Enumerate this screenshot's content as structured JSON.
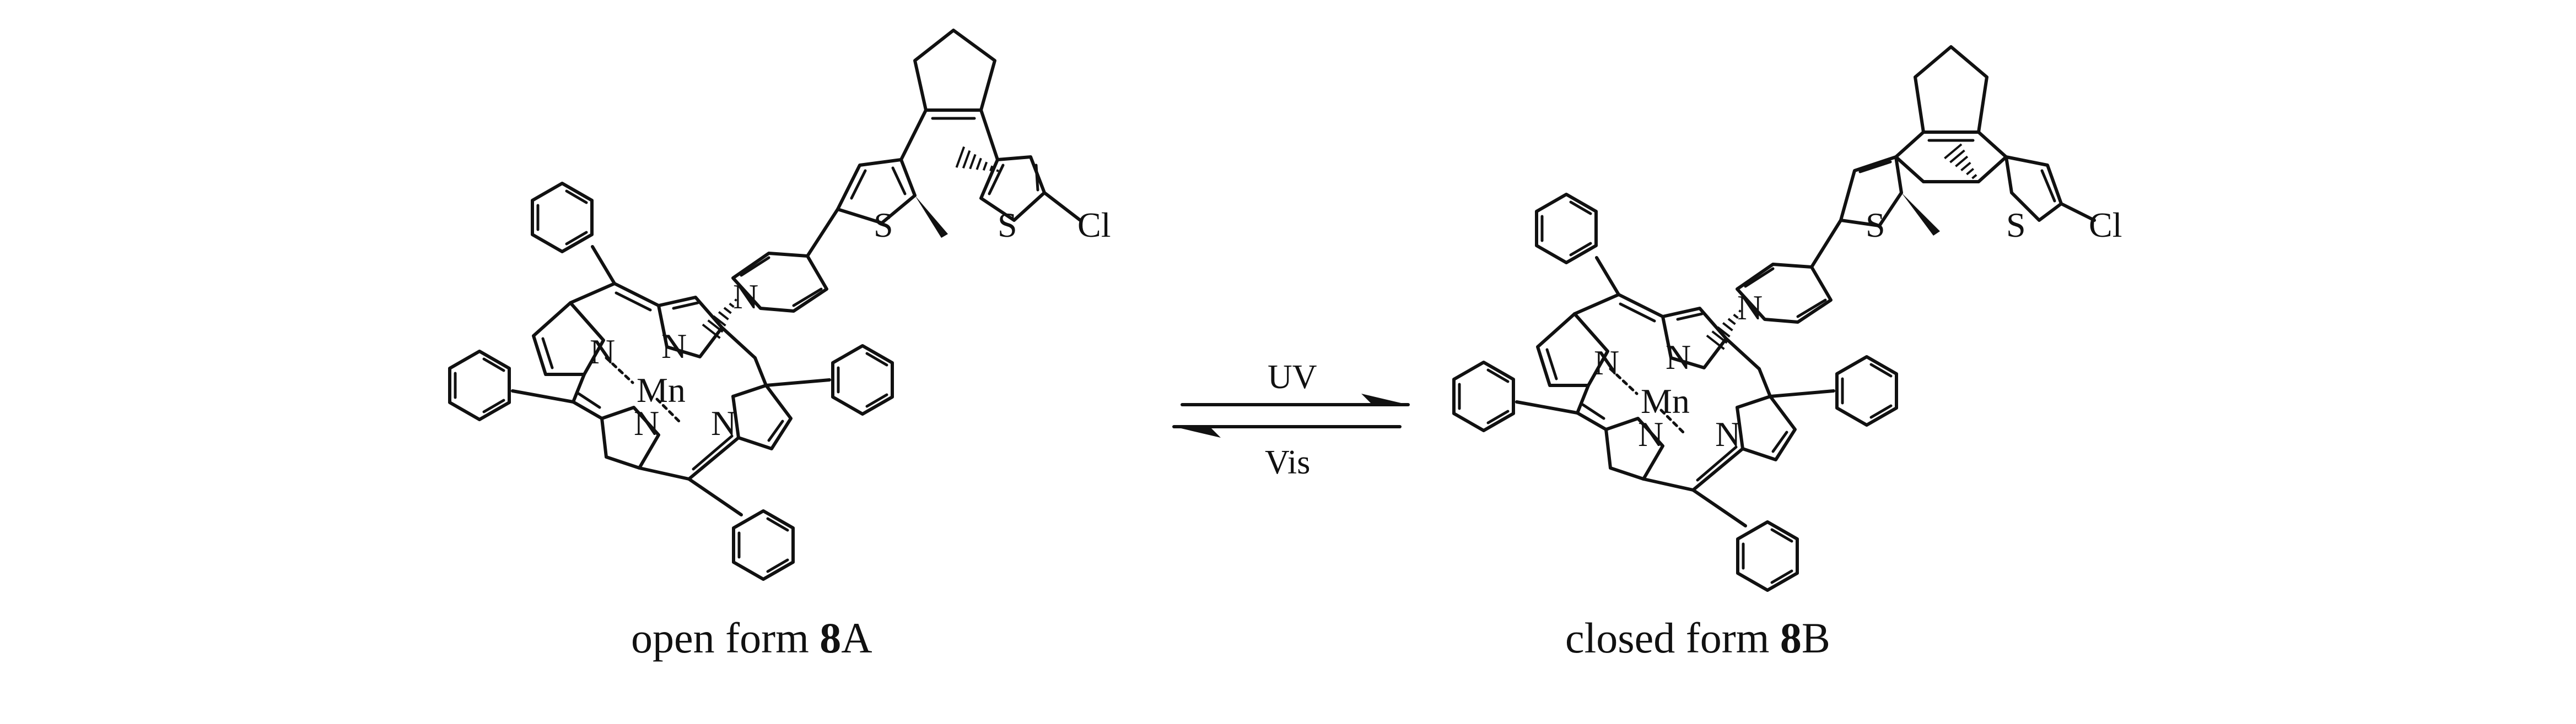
{
  "atoms": {
    "N": "N",
    "Mn": "Mn",
    "S": "S",
    "Cl": "Cl"
  },
  "arrows": {
    "forward_label": "UV",
    "reverse_label": "Vis"
  },
  "captions": {
    "open": {
      "prefix": "open form ",
      "number": "8",
      "suffix": "A"
    },
    "closed": {
      "prefix": "closed form ",
      "number": "8",
      "suffix": "B"
    }
  }
}
